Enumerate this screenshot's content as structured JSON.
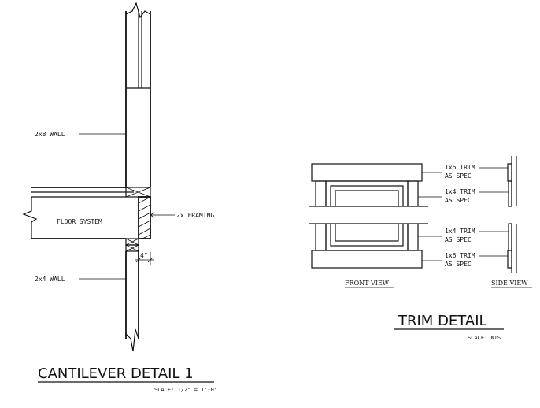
{
  "cantilever": {
    "wall_upper_label": "2x8 WALL",
    "floor_label": "FLOOR SYSTEM",
    "framing_label": "2x FRAMING",
    "dim_label": "4\"",
    "wall_lower_label": "2x4 WALL",
    "title": "CANTILEVER DETAIL 1",
    "scale": "SCALE: 1/2\" = 1'-0\""
  },
  "trim": {
    "labels": [
      [
        "1x6 TRIM",
        "AS SPEC"
      ],
      [
        "1x4 TRIM",
        "AS SPEC"
      ],
      [
        "1x4 TRIM",
        "AS SPEC"
      ],
      [
        "1x6 TRIM",
        "AS SPEC"
      ]
    ],
    "front_view": "FRONT VIEW",
    "side_view": "SIDE VIEW",
    "title": "TRIM DETAIL",
    "scale": "SCALE: NTS"
  }
}
